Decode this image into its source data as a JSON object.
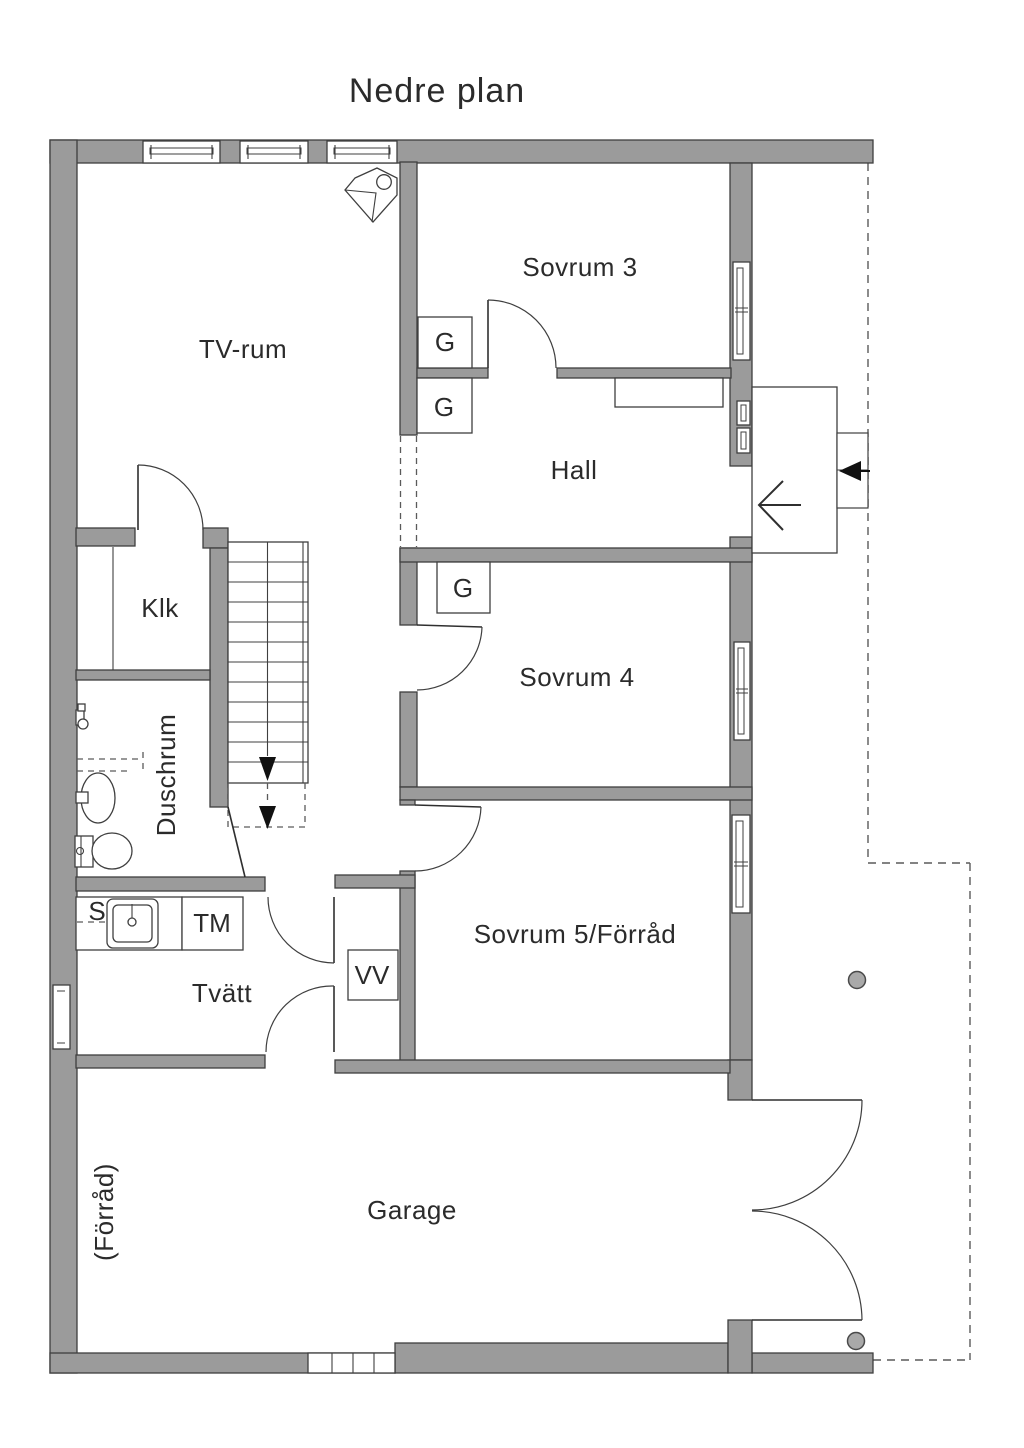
{
  "title": "Nedre plan",
  "rooms": {
    "tv_rum": "TV-rum",
    "sovrum3": "Sovrum 3",
    "hall": "Hall",
    "klk": "Klk",
    "duschrum": "Duschrum",
    "sovrum4": "Sovrum 4",
    "sovrum5": "Sovrum 5/Förråd",
    "tvatt": "Tvätt",
    "garage": "Garage",
    "forrad": "(Förråd)"
  },
  "fixtures": {
    "wardrobe": "G",
    "sink": "S",
    "washing_machine": "TM",
    "water_heater": "VV"
  },
  "colors": {
    "wall": "#9b9b9b",
    "outline": "#3f3f3f",
    "text": "#2b2b2b",
    "background": "#ffffff"
  }
}
